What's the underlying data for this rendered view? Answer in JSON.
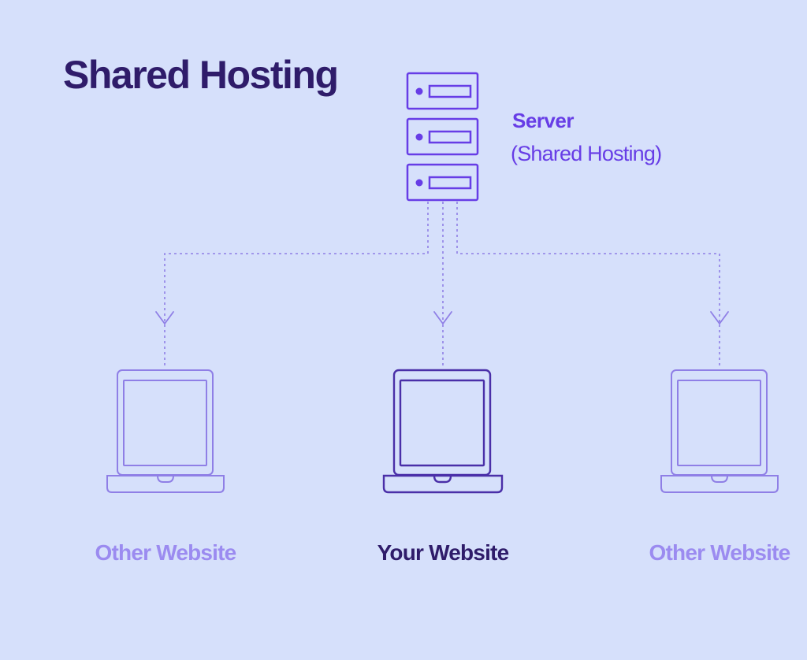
{
  "title": "Shared Hosting",
  "server": {
    "label": "Server",
    "sublabel": "(Shared Hosting)",
    "icon": "server-rack-icon",
    "unit_count": 3
  },
  "websites": [
    {
      "label": "Other Website",
      "icon": "laptop-icon",
      "highlighted": false
    },
    {
      "label": "Your Website",
      "icon": "laptop-icon",
      "highlighted": true
    },
    {
      "label": "Other Website",
      "icon": "laptop-icon",
      "highlighted": false
    }
  ],
  "colors": {
    "background": "#d6e0fb",
    "title": "#2f1c6a",
    "accent": "#673de6",
    "highlight_stroke": "#4a2fa8",
    "muted_stroke": "#8f7fe6",
    "muted_text": "#9b8bf0",
    "connector": "#8f7fe6"
  }
}
